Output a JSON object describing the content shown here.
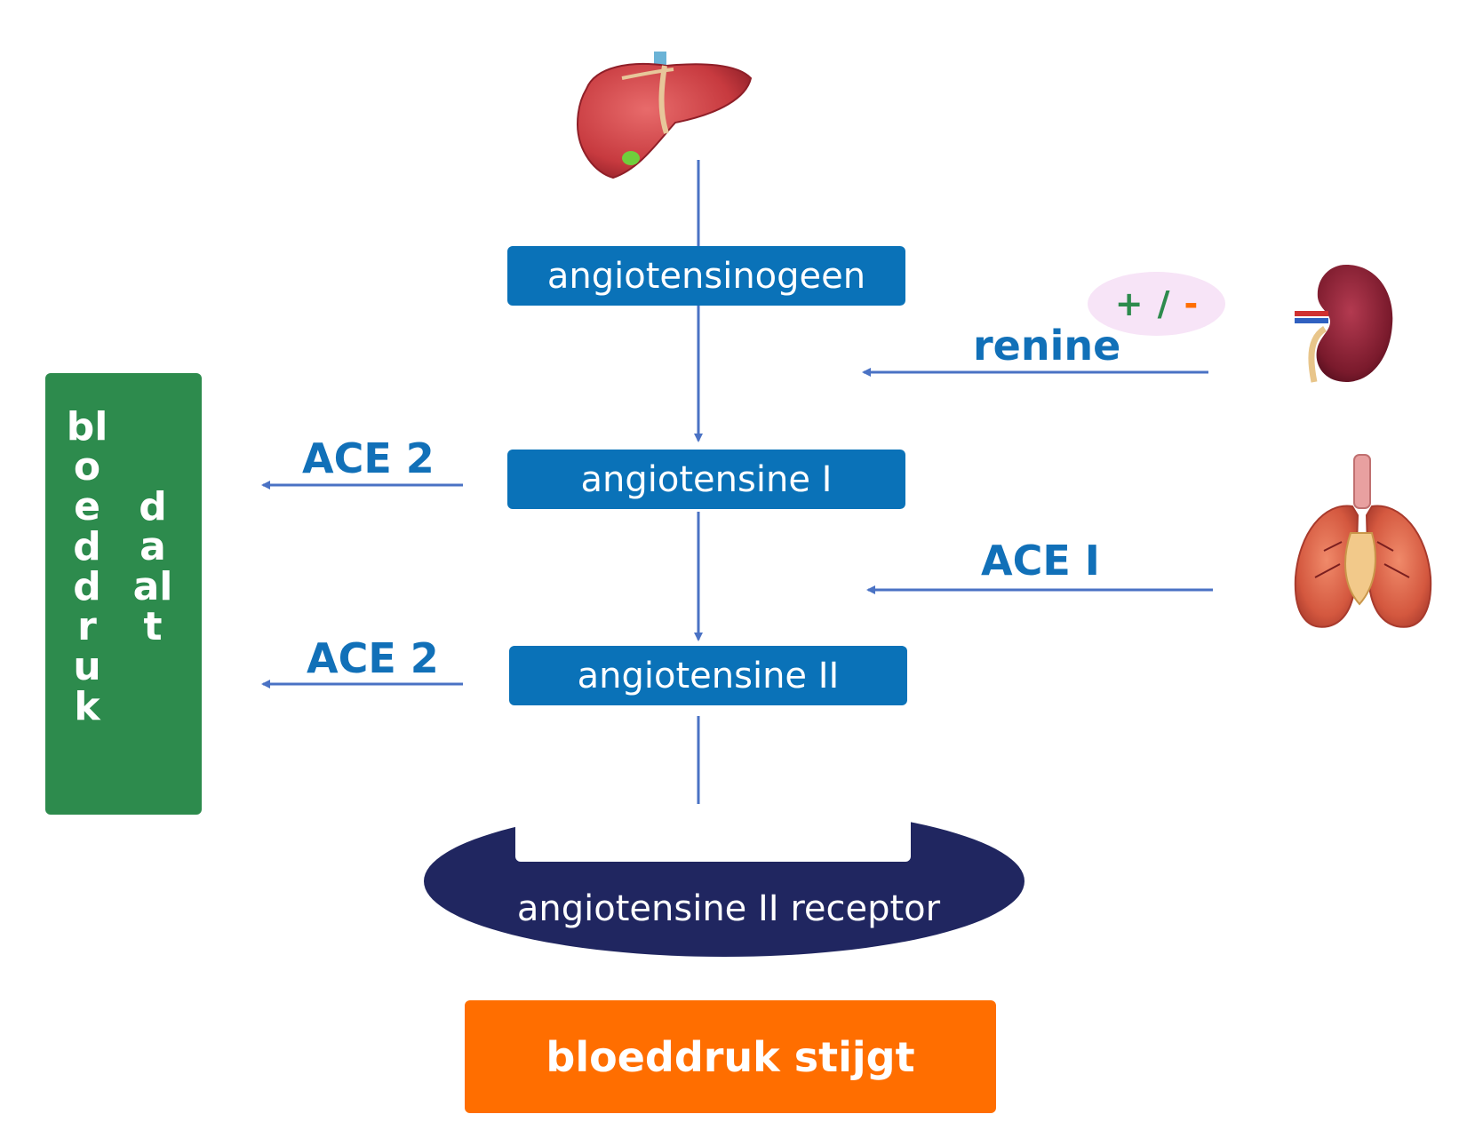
{
  "boxes": {
    "angiotensinogen": "angiotensinogeen",
    "angiotensin1": "angiotensine I",
    "angiotensin2": "angiotensine II",
    "receptor": "angiotensine II receptor",
    "bp_rises": "bloeddruk stijgt"
  },
  "enzymes": {
    "renin": "renine",
    "ace1": "ACE I",
    "ace2_top": "ACE 2",
    "ace2_bottom": "ACE 2"
  },
  "regulation": {
    "plus": "+",
    "slash": "/",
    "minus": "-"
  },
  "side_box": {
    "word1": "bloeddruk",
    "word2": "daalt"
  },
  "colors": {
    "box_blue": "#0a72b8",
    "arrow_blue": "#4a72c4",
    "label_blue": "#1170b8",
    "green": "#2d8b4d",
    "orange": "#ff6e00",
    "receptor_navy": "#202660",
    "plus_green": "#2d8b4d",
    "minus_orange": "#ff6e00"
  },
  "icons": [
    "liver-icon",
    "kidney-icon",
    "lungs-icon"
  ]
}
